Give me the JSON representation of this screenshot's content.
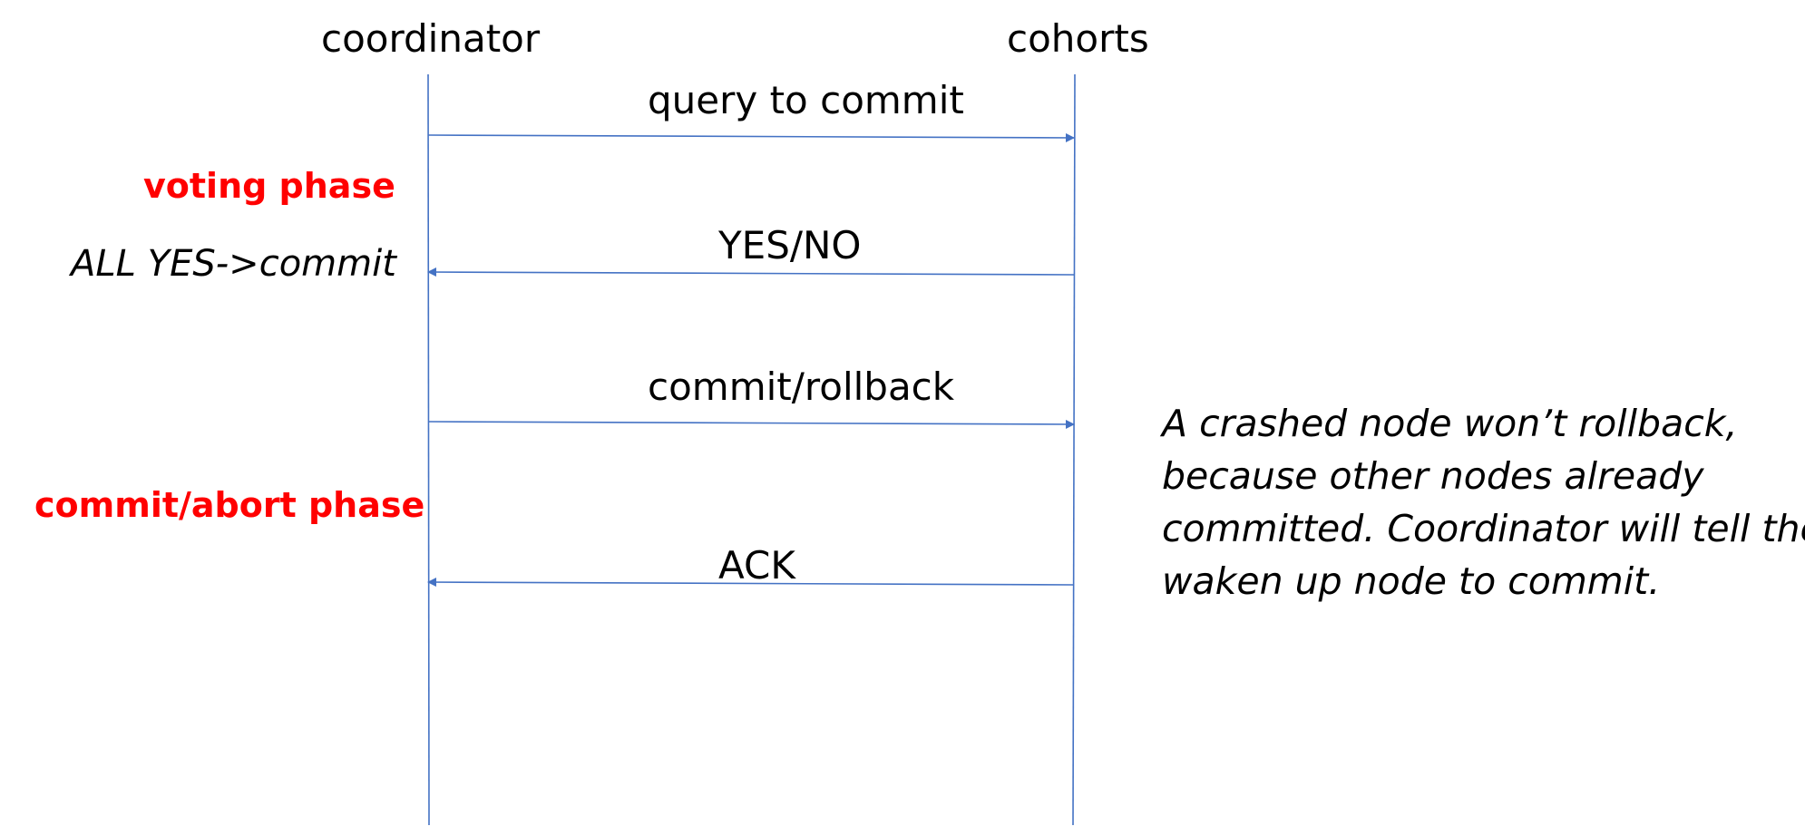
{
  "actors": {
    "left": "coordinator",
    "right": "cohorts"
  },
  "messages": [
    {
      "label": "query to commit",
      "direction": "to-cohorts"
    },
    {
      "label": "YES/NO",
      "direction": "to-coordinator"
    },
    {
      "label": "commit/rollback",
      "direction": "to-cohorts"
    },
    {
      "label": "ACK",
      "direction": "to-coordinator"
    }
  ],
  "phases": {
    "voting": "voting phase",
    "commit_abort": "commit/abort phase"
  },
  "rule": "ALL YES->commit",
  "note": {
    "lines": [
      "A crashed node won’t rollback,",
      "because other nodes already",
      "committed. Coordinator will tell the",
      "waken up node to commit."
    ]
  },
  "colors": {
    "line": "#4472C4",
    "phase_label": "#FF0000",
    "text": "#000000"
  }
}
